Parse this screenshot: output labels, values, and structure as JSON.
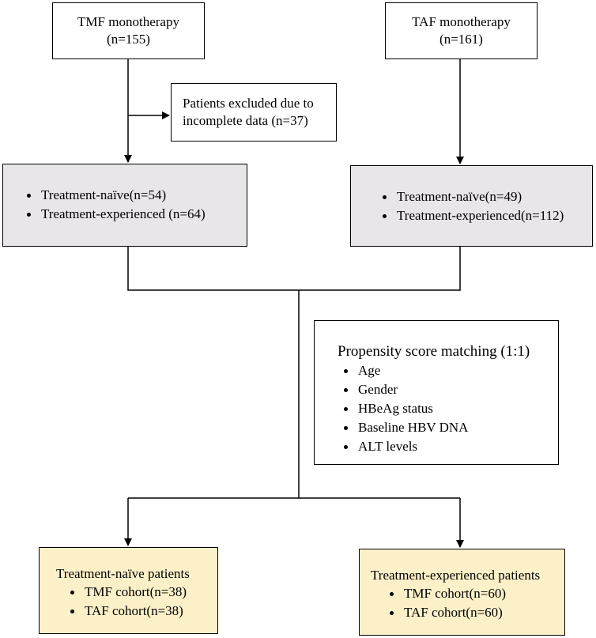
{
  "top_left": {
    "title": "TMF monotherapy",
    "count": "(n=155)"
  },
  "top_right": {
    "title": "TAF monotherapy",
    "count": "(n=161)"
  },
  "excluded": {
    "line1": "Patients excluded due to",
    "line2": "incomplete data (n=37)"
  },
  "mid_left": {
    "items": [
      "Treatment-naïve(n=54)",
      "Treatment-experienced (n=64)"
    ]
  },
  "mid_right": {
    "items": [
      "Treatment-naïve(n=49)",
      "Treatment-experienced(n=112)"
    ]
  },
  "psm": {
    "title": "Propensity score matching (1:1)",
    "items": [
      "Age",
      "Gender",
      "HBeAg status",
      "Baseline HBV DNA",
      "ALT levels"
    ]
  },
  "bottom_left": {
    "title": "Treatment-naïve patients",
    "items": [
      "TMF cohort(n=38)",
      "TAF cohort(n=38)"
    ]
  },
  "bottom_right": {
    "title": "Treatment-experienced patients",
    "items": [
      "TMF cohort(n=60)",
      "TAF cohort(n=60)"
    ]
  },
  "colors": {
    "grey_fill": "#e8e6e8",
    "yellow_fill": "#fcf0c8",
    "line": "#000000"
  }
}
